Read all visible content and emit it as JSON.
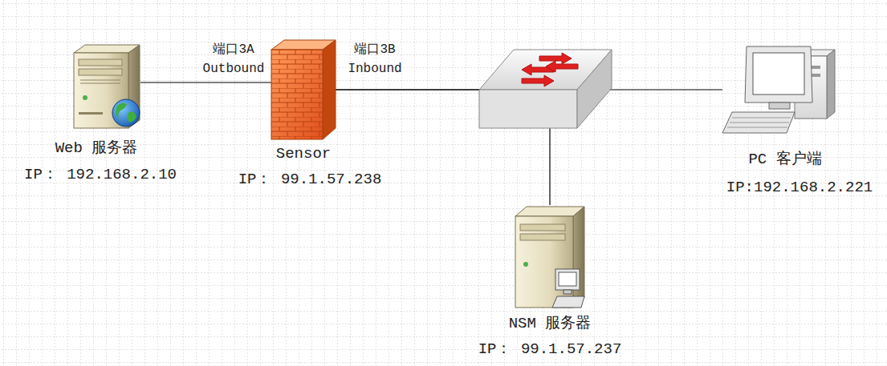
{
  "diagram": {
    "nodes": [
      {
        "text": [
          "Web 服务器",
          "IP： 192.168.2.10"
        ]
      },
      {
        "text": [
          "Sensor",
          "IP： 99.1.57.238"
        ]
      },
      {
        "text": [
          "PC 客户端",
          "IP:192.168.2.221"
        ]
      },
      {
        "text": [
          "NSM 服务器",
          "IP： 99.1.57.237"
        ]
      }
    ],
    "edges": [
      {
        "from": 0,
        "to": 1,
        "arrow": "none"
      },
      {
        "from": 1,
        "to": 2,
        "arrow": "none"
      },
      {
        "from": 1,
        "to": 3,
        "arrow": "none"
      }
    ],
    "labels": [
      "端口3A Outbound",
      "端口3B Inbound"
    ]
  }
}
